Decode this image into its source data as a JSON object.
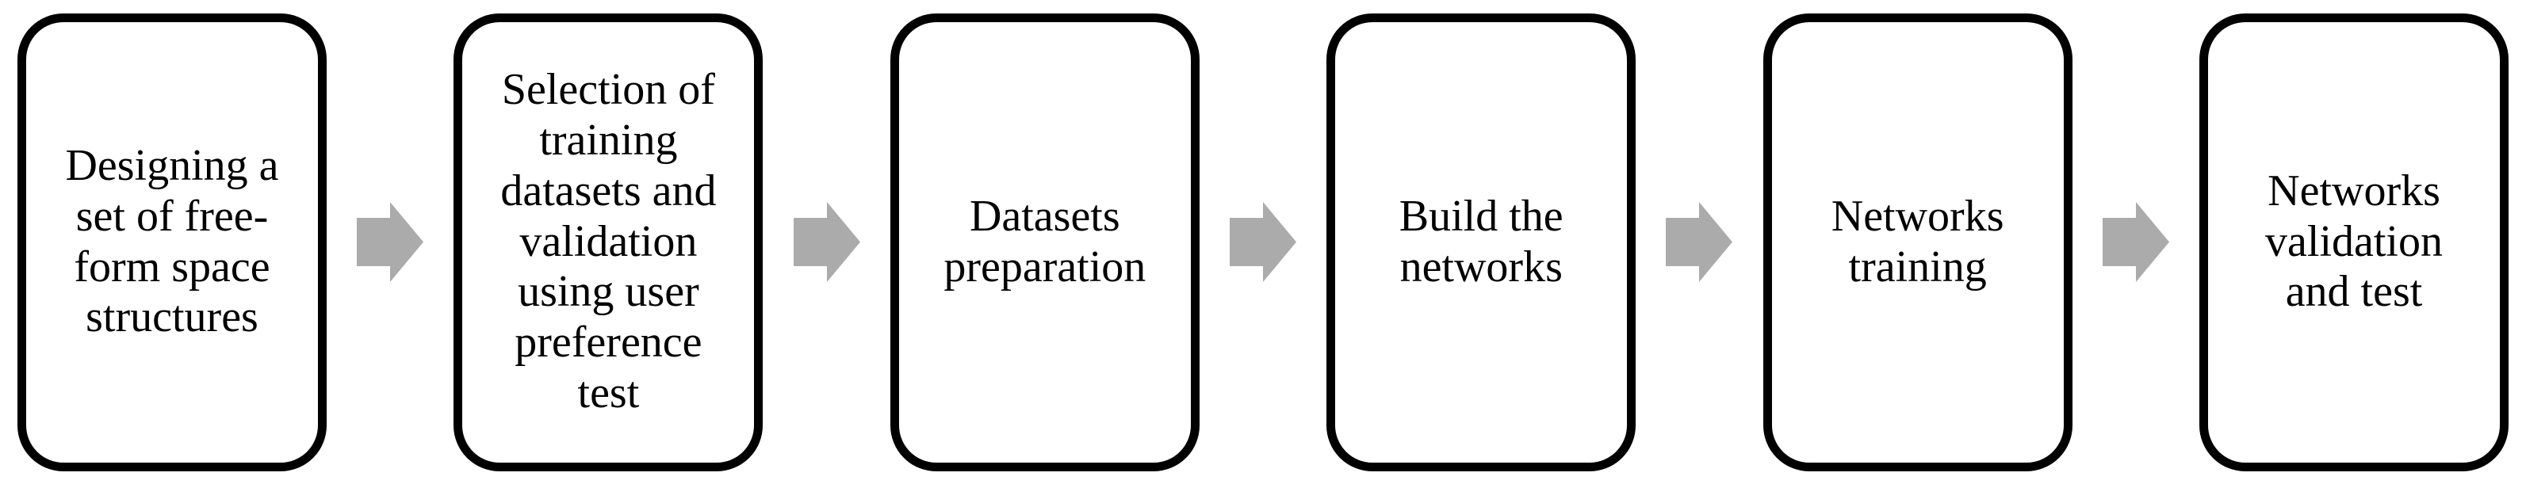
{
  "figure": {
    "type": "flowchart",
    "direction": "left-to-right",
    "steps": [
      {
        "lines": [
          "Designing a",
          "set of free-",
          "form space",
          "structures"
        ]
      },
      {
        "lines": [
          "Selection of",
          "training",
          "datasets and",
          "validation",
          "using user",
          "preference",
          "test"
        ]
      },
      {
        "lines": [
          "Datasets",
          "preparation"
        ]
      },
      {
        "lines": [
          "Build the",
          "networks"
        ]
      },
      {
        "lines": [
          "Networks",
          "training"
        ]
      },
      {
        "lines": [
          "Networks",
          "validation",
          "and test"
        ]
      }
    ],
    "arrow": {
      "glyph": "right-block-arrow",
      "color": "#ABABAB",
      "count": 5
    },
    "colors": {
      "box_border": "#000000",
      "box_fill": "#FFFFFF",
      "text": "#000000",
      "background": "#FFFFFF"
    }
  }
}
